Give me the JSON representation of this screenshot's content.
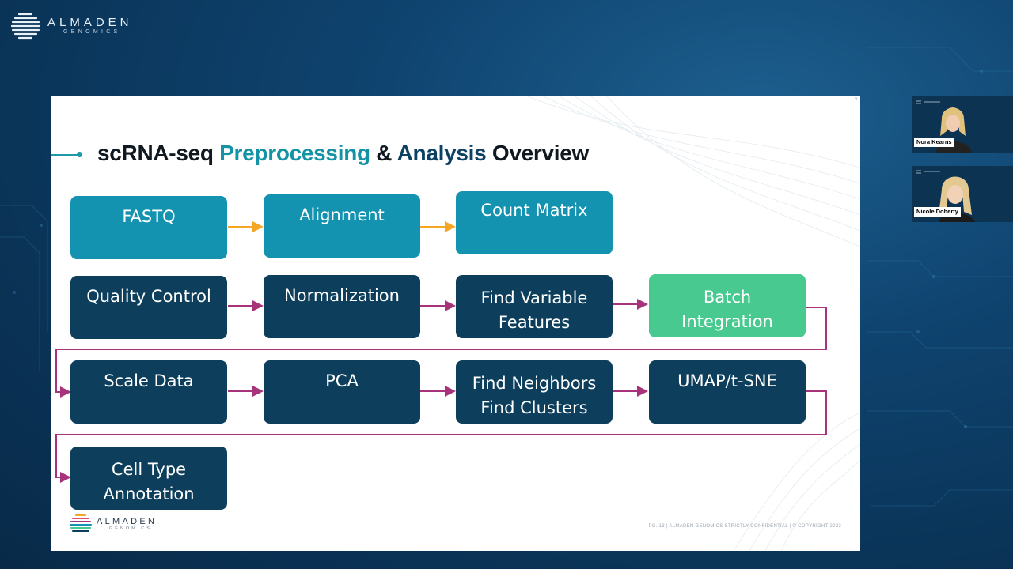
{
  "brand": {
    "name": "ALMADEN",
    "sub": "GENOMICS"
  },
  "slide": {
    "title": {
      "part1": "scRNA-seq ",
      "part2": "Preprocessing",
      "part3": " & ",
      "part4": "Analysis",
      "part5": " Overview"
    },
    "steps": {
      "fastq": "FASTQ",
      "alignment": "Alignment",
      "count_matrix": "Count Matrix",
      "quality_control": "Quality Control",
      "normalization": "Normalization",
      "find_variable_1": "Find Variable",
      "find_variable_2": "Features",
      "batch_1": "Batch",
      "batch_2": "Integration",
      "scale_data": "Scale Data",
      "pca": "PCA",
      "find_neighbors": "Find Neighbors",
      "find_clusters": "Find Clusters",
      "umap": "UMAP/t-SNE",
      "cell_type_1": "Cell Type",
      "cell_type_2": "Annotation"
    },
    "footer_logo": {
      "name": "ALMADEN",
      "sub": "GENOMICS"
    },
    "footer_text": "PG. 13  |  ALMADEN GENOMICS STRICTLY CONFIDENTIAL  |  © COPYRIGHT 2022"
  },
  "participants": [
    {
      "name": "Nora Kearns"
    },
    {
      "name": "Nicole Doherty"
    }
  ],
  "colors": {
    "teal_box": "#1493b0",
    "navy_box": "#0d3f5c",
    "green_box": "#47c990",
    "arrow_orange": "#f5a623",
    "arrow_magenta": "#a7337a"
  }
}
